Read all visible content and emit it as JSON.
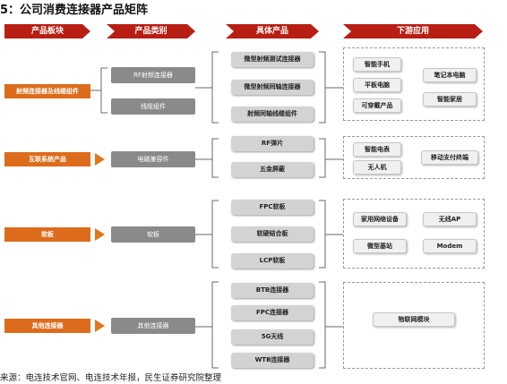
{
  "title": "5：公司消费连接器产品矩阵",
  "headers": [
    "产品板块",
    "产品类别",
    "具体产品",
    "下游应用"
  ],
  "sections": [
    {
      "category": "射频连接器及线缆组件",
      "groups": [
        "RF射频连接器",
        "线缆组件"
      ],
      "products": [
        "微型射频测试连接器",
        "微型射频同轴连接器",
        "射频同轴线缆组件"
      ],
      "applications": [
        "智能手机",
        "笔记本电脑",
        "平板电脑",
        "智能家居",
        "可穿戴产品"
      ]
    },
    {
      "category": "互联系统产品",
      "groups": [
        "电磁兼容件"
      ],
      "products": [
        "RF弹片",
        "五金屏蔽"
      ],
      "applications": [
        "智能电表",
        "移动支付终端",
        "无人机"
      ]
    },
    {
      "category": "软板",
      "groups": [
        "软板"
      ],
      "products": [
        "FPC软板",
        "软硬结合板",
        "LCP软板"
      ],
      "applications": [
        "家用网络设备",
        "无线AP",
        "微型基站",
        "Modem"
      ]
    },
    {
      "category": "其他连接器",
      "groups": [
        "其他连接器"
      ],
      "products": [
        "BTB连接器",
        "FPC连接器",
        "5G天线",
        "WTB连接器"
      ],
      "applications": [
        "物联网模块"
      ]
    }
  ],
  "source": "来源：电连技术官网、电连技术年报，民生证券研究院整理"
}
